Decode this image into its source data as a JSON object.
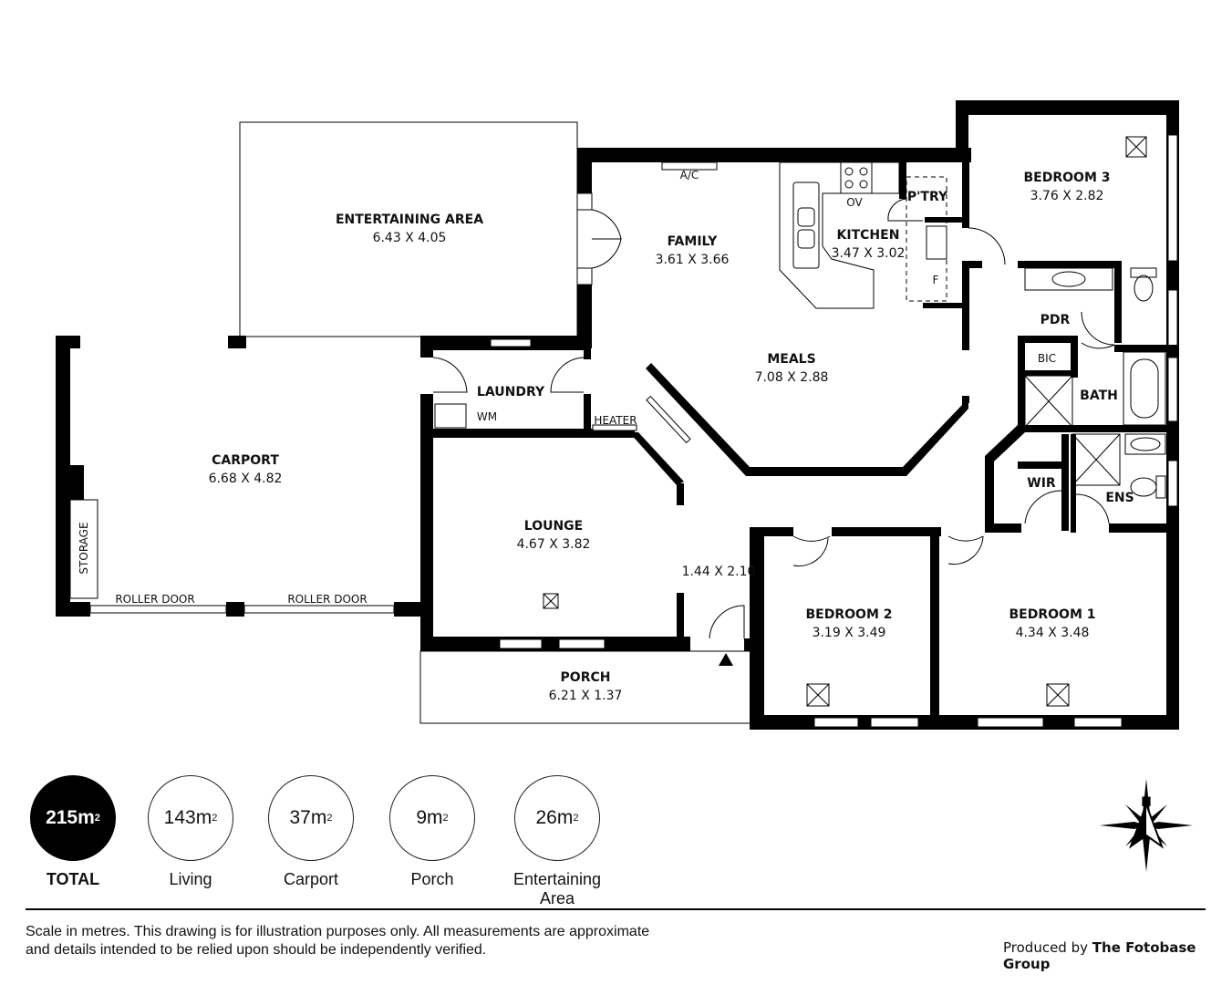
{
  "rooms": {
    "entertaining": {
      "name": "ENTERTAINING AREA",
      "dims": "6.43 X 4.05"
    },
    "family": {
      "name": "FAMILY",
      "dims": "3.61 X 3.66"
    },
    "kitchen": {
      "name": "KITCHEN",
      "dims": "3.47 X 3.02"
    },
    "pantry": {
      "name": "P'TRY"
    },
    "bedroom3": {
      "name": "BEDROOM 3",
      "dims": "3.76 X 2.82"
    },
    "pdr": {
      "name": "PDR"
    },
    "bic": {
      "name": "BIC"
    },
    "bath": {
      "name": "BATH"
    },
    "meals": {
      "name": "MEALS",
      "dims": "7.08 X 2.88"
    },
    "laundry": {
      "name": "LAUNDRY"
    },
    "carport": {
      "name": "CARPORT",
      "dims": "6.68 X 4.82"
    },
    "lounge": {
      "name": "LOUNGE",
      "dims": "4.67 X 3.82"
    },
    "entry": {
      "dims": "1.44 X 2.10"
    },
    "wir": {
      "name": "WIR"
    },
    "ens": {
      "name": "ENS"
    },
    "bedroom2": {
      "name": "BEDROOM 2",
      "dims": "3.19 X 3.49"
    },
    "bedroom1": {
      "name": "BEDROOM 1",
      "dims": "4.34 X 3.48"
    },
    "porch": {
      "name": "PORCH",
      "dims": "6.21 X 1.37"
    }
  },
  "fixtures": {
    "ac": "A/C",
    "oven": "OV",
    "fridge": "F",
    "wm": "WM",
    "heater": "HEATER",
    "storage": "STORAGE",
    "roller_door_1": "ROLLER DOOR",
    "roller_door_2": "ROLLER DOOR"
  },
  "areas": {
    "total": {
      "value": "215m",
      "label": "TOTAL"
    },
    "living": {
      "value": "143m",
      "label": "Living"
    },
    "carport": {
      "value": "37m",
      "label": "Carport"
    },
    "porch": {
      "value": "9m",
      "label": "Porch"
    },
    "entertaining": {
      "value": "26m",
      "label": "Entertaining Area"
    },
    "unit_sup": "2"
  },
  "compass": {
    "north": "N"
  },
  "footer": {
    "disclaimer": "Scale in metres. This drawing is for illustration purposes only. All measurements are approximate and details intended to be relied upon should be independently verified.",
    "produced_by": "Produced by",
    "company": "The Fotobase Group"
  }
}
